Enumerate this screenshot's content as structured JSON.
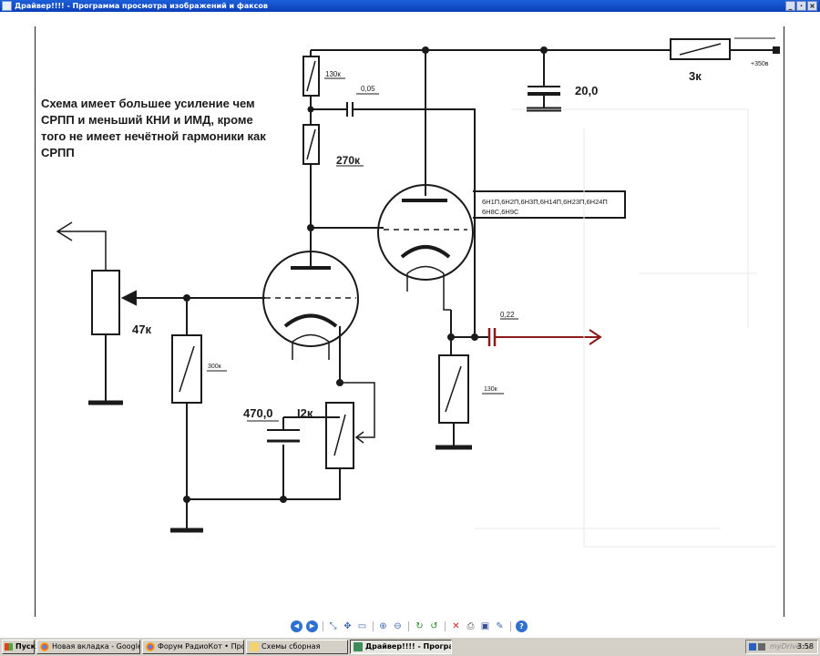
{
  "window": {
    "title": "Драйвер!!!! - Программа просмотра изображений и факсов",
    "minimize": "_",
    "maximize": "·",
    "close": "×"
  },
  "schematic": {
    "note_lines": [
      "Схема имеет большее усиление чем",
      "СРПП и меньший КНИ и ИМД, кроме",
      "того не имеет нечётной гармоники как",
      "СРПП"
    ],
    "r_top": "130к",
    "c_coupling": "0,05",
    "r_mid": "270к",
    "c_supply": "20,0",
    "r_supply": "3к",
    "supply_voltage": "+350в",
    "tube_types_line1": "6Н1П,6Н2П,6Н3П,6Н14П,6Н23П,6Н24П",
    "tube_types_line2": "6Н8С,6Н9С",
    "pot": "47к",
    "r_grid": "300к",
    "c_cathode": "470,0",
    "r_cathode": "I2к",
    "c_out": "0,22",
    "r_load": "130к"
  },
  "toolbar": {
    "icons": [
      "prev-image-icon",
      "next-image-icon",
      "best-fit-icon",
      "actual-size-icon",
      "slideshow-icon",
      "zoom-in-icon",
      "zoom-out-icon",
      "rotate-clockwise-icon",
      "rotate-counterclockwise-icon",
      "delete-icon",
      "print-icon",
      "save-icon",
      "edit-icon",
      "help-icon"
    ]
  },
  "taskbar": {
    "start": "Пуск",
    "tasks": [
      {
        "label": "Новая вкладка - Google..."
      },
      {
        "label": "Форум РадиоКот • Прос..."
      },
      {
        "label": "Схемы сборная"
      },
      {
        "label": "Драйвер!!!! - Програ..."
      }
    ],
    "clock": "3:58",
    "watermark": "myDrive.ru"
  },
  "colors": {
    "titlebar": "#0a3fb8",
    "output_arrow": "#8b1a1a",
    "taskbar": "#d4d0c8"
  }
}
